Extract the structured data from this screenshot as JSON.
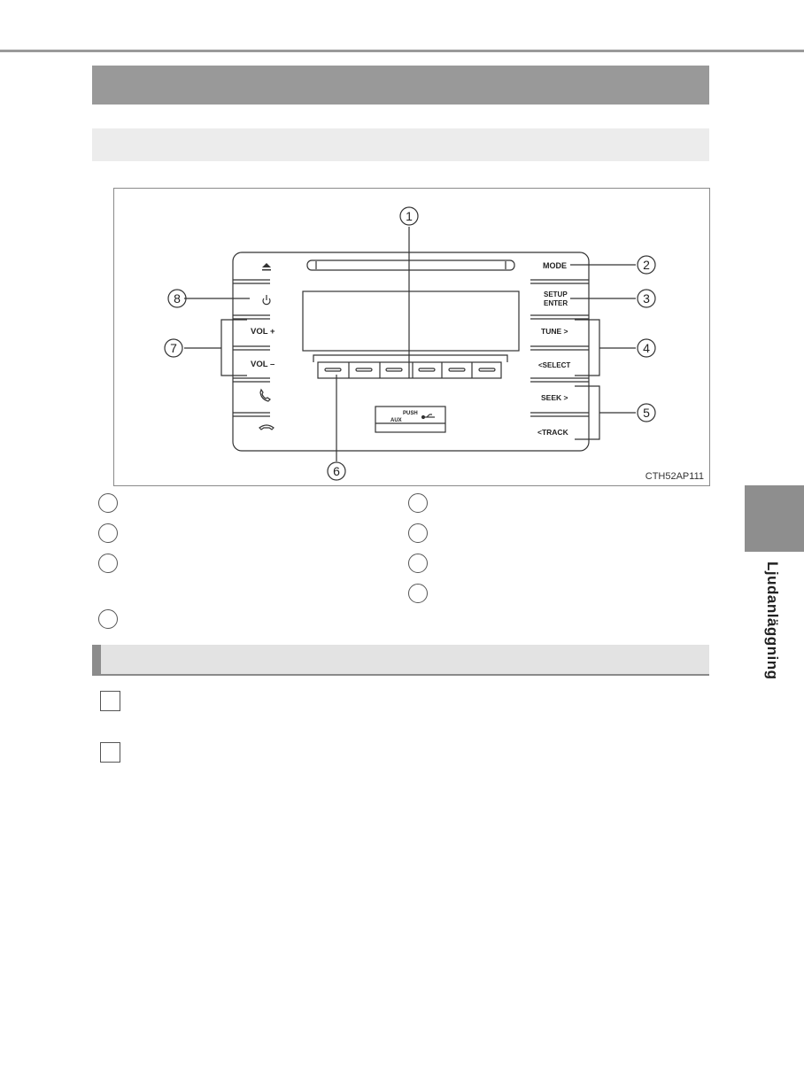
{
  "figure": {
    "code": "CTH52AP111",
    "callouts": [
      "1",
      "2",
      "3",
      "4",
      "5",
      "6",
      "7",
      "8"
    ],
    "buttons": {
      "mode": "MODE",
      "setup": "SETUP",
      "enter": "ENTER",
      "tune": "TUNE >",
      "select": "<SELECT",
      "seek": "SEEK >",
      "track": "<TRACK",
      "vol_up": "VOL +",
      "vol_down": "VOL –",
      "push": "PUSH",
      "aux": "AUX"
    }
  },
  "side_tab": {
    "label": "Ljudanläggning"
  },
  "colors": {
    "title_bar": "#999999",
    "subtitle_bar": "#ececec",
    "section_bar": "#e3e3e3",
    "side_tab": "#8e8e8e"
  }
}
